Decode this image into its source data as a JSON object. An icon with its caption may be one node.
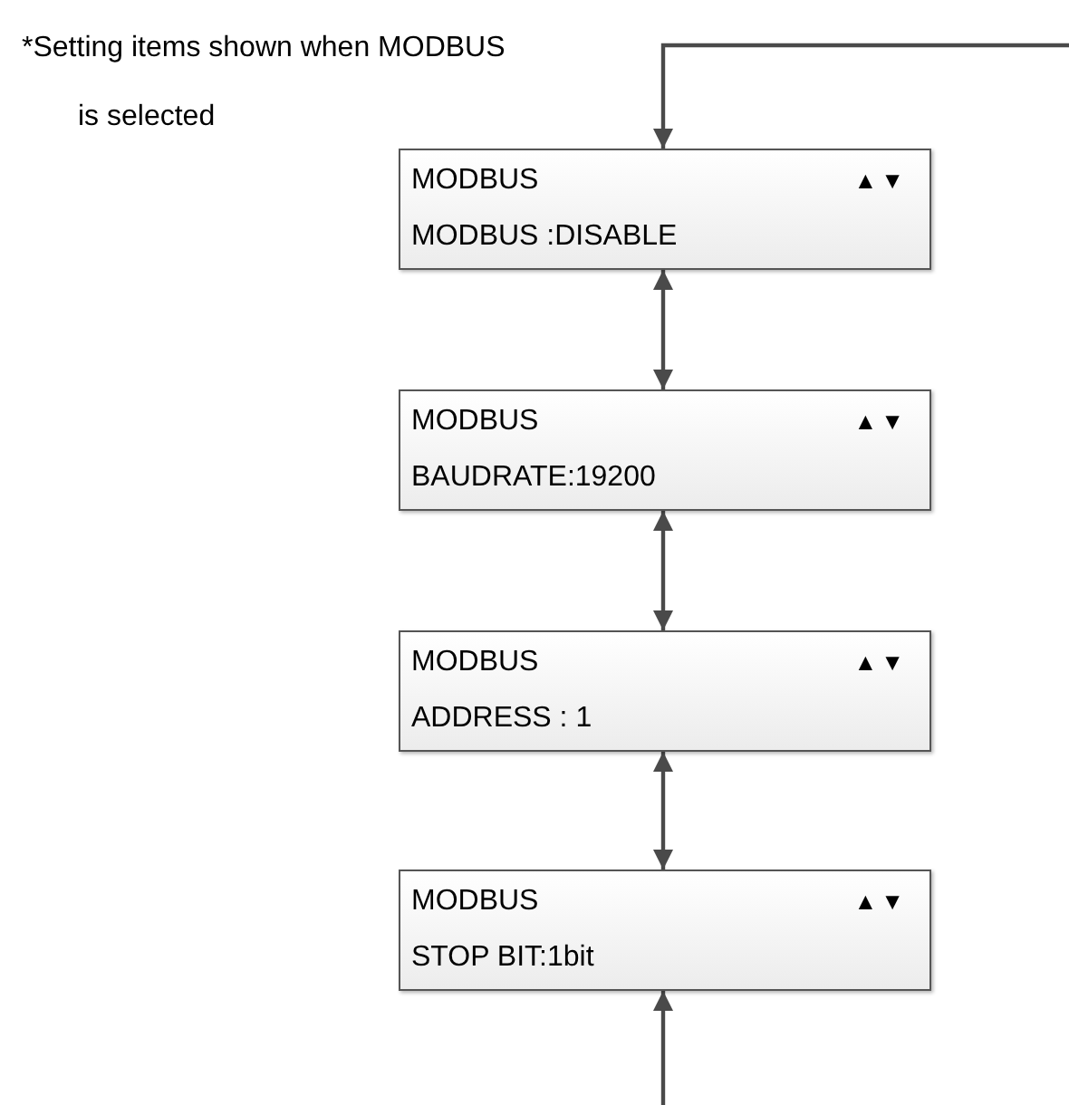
{
  "diagram": {
    "nodes": [
      {
        "text": [
          "MODBUS",
          "▲▼",
          "MODBUS :DISABLE"
        ]
      },
      {
        "text": [
          "MODBUS",
          "▲▼",
          "BAUDRATE:19200"
        ]
      },
      {
        "text": [
          "MODBUS",
          "▲▼",
          "ADDRESS : 1"
        ]
      },
      {
        "text": [
          "MODBUS",
          "▲▼",
          "STOP BIT:1bit"
        ]
      }
    ],
    "edges": [
      {
        "from": null,
        "to": 0,
        "arrow": "to"
      },
      {
        "from": 0,
        "to": 1,
        "arrow": "both"
      },
      {
        "from": 1,
        "to": 2,
        "arrow": "both"
      },
      {
        "from": 2,
        "to": 3,
        "arrow": "both"
      },
      {
        "from": null,
        "to": 3,
        "arrow": "to"
      }
    ],
    "labels": [
      "*Setting items shown when MODBUS is selected"
    ]
  }
}
